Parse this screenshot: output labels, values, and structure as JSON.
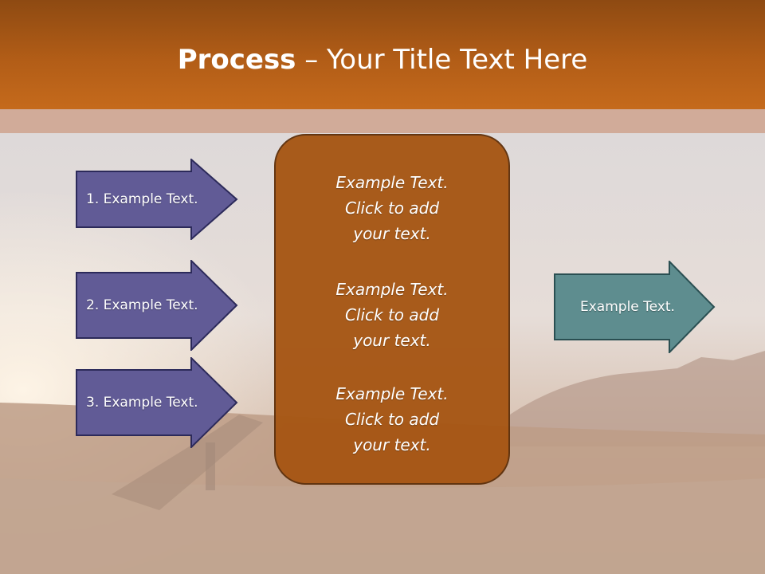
{
  "slide": {
    "title_bold": "Process",
    "title_rest": " – Your Title Text Here"
  },
  "left_steps": [
    {
      "label": "1. Example Text."
    },
    {
      "label": "2. Example Text."
    },
    {
      "label": "3. Example Text."
    }
  ],
  "center_box": {
    "paragraphs": [
      {
        "line1": "Example Text.",
        "line2": "Click  to add",
        "line3": "your text."
      },
      {
        "line1": "Example Text.",
        "line2": "Click  to add",
        "line3": "your text."
      },
      {
        "line1": "Example Text.",
        "line2": "Click  to add",
        "line3": "your text."
      }
    ]
  },
  "right_arrow": {
    "label": "Example Text."
  },
  "colors": {
    "header": "#b25d17",
    "band": "#d1ab99",
    "step_arrow_fill": "#615b96",
    "step_arrow_stroke": "#2c2a5a",
    "center_box_fill": "#a65614",
    "result_arrow_fill": "#5e8d8f",
    "result_arrow_stroke": "#2a4f52"
  }
}
